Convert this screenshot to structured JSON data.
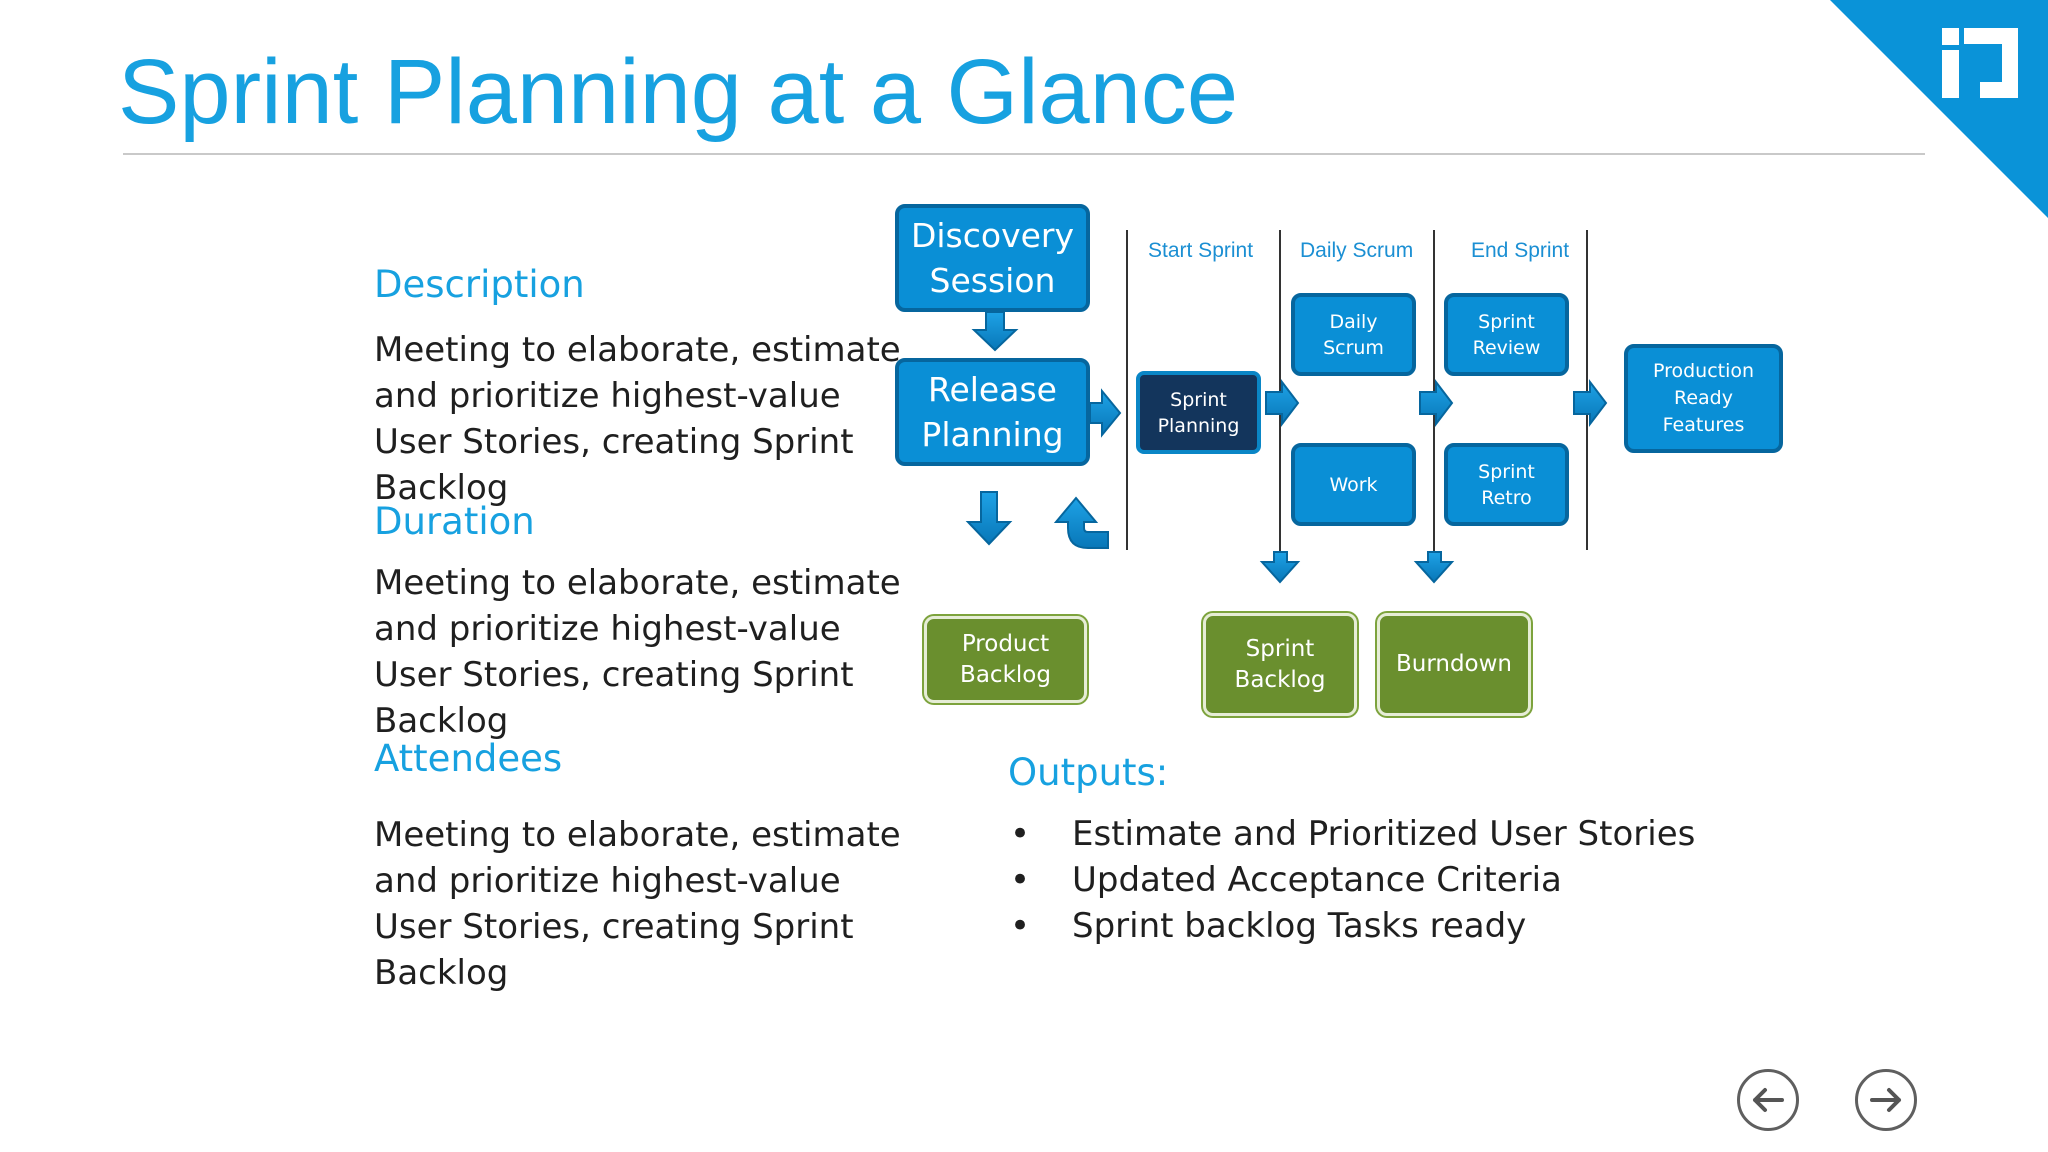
{
  "slide": {
    "title": "Sprint Planning at a Glance"
  },
  "sections": [
    {
      "heading": "Description",
      "body": "Meeting to elaborate, estimate and prioritize highest-value User Stories, creating Sprint Backlog"
    },
    {
      "heading": "Duration",
      "body": "Meeting to elaborate, estimate and prioritize highest-value User Stories, creating Sprint Backlog"
    },
    {
      "heading": "Attendees",
      "body": "Meeting to elaborate, estimate and prioritize highest-value User Stories, creating Sprint Backlog"
    }
  ],
  "diagram": {
    "discovery": "Discovery\nSession",
    "release": "Release\nPlanning",
    "sprint_planning": "Sprint\nPlanning",
    "phases": [
      "Start Sprint",
      "Daily Scrum",
      "End Sprint"
    ],
    "daily_scrum": "Daily\nScrum",
    "work": "Work",
    "sprint_review": "Sprint\nReview",
    "sprint_retro": "Sprint\nRetro",
    "production": "Production\nReady\nFeatures",
    "product_backlog": "Product\nBacklog",
    "sprint_backlog": "Sprint\nBacklog",
    "burndown": "Burndown"
  },
  "outputs": {
    "heading": "Outputs:",
    "bullet_glyph": "•",
    "items": [
      "Estimate and Prioritized User Stories",
      "Updated Acceptance Criteria",
      "Sprint backlog Tasks ready"
    ]
  },
  "colors": {
    "accent": "#17a1e0",
    "box_blue": "#0a8fd6",
    "box_dark": "#13355c",
    "box_green": "#6a8f2e"
  },
  "icons": [
    "logo-icon",
    "arrow-left-icon",
    "arrow-right-icon"
  ]
}
